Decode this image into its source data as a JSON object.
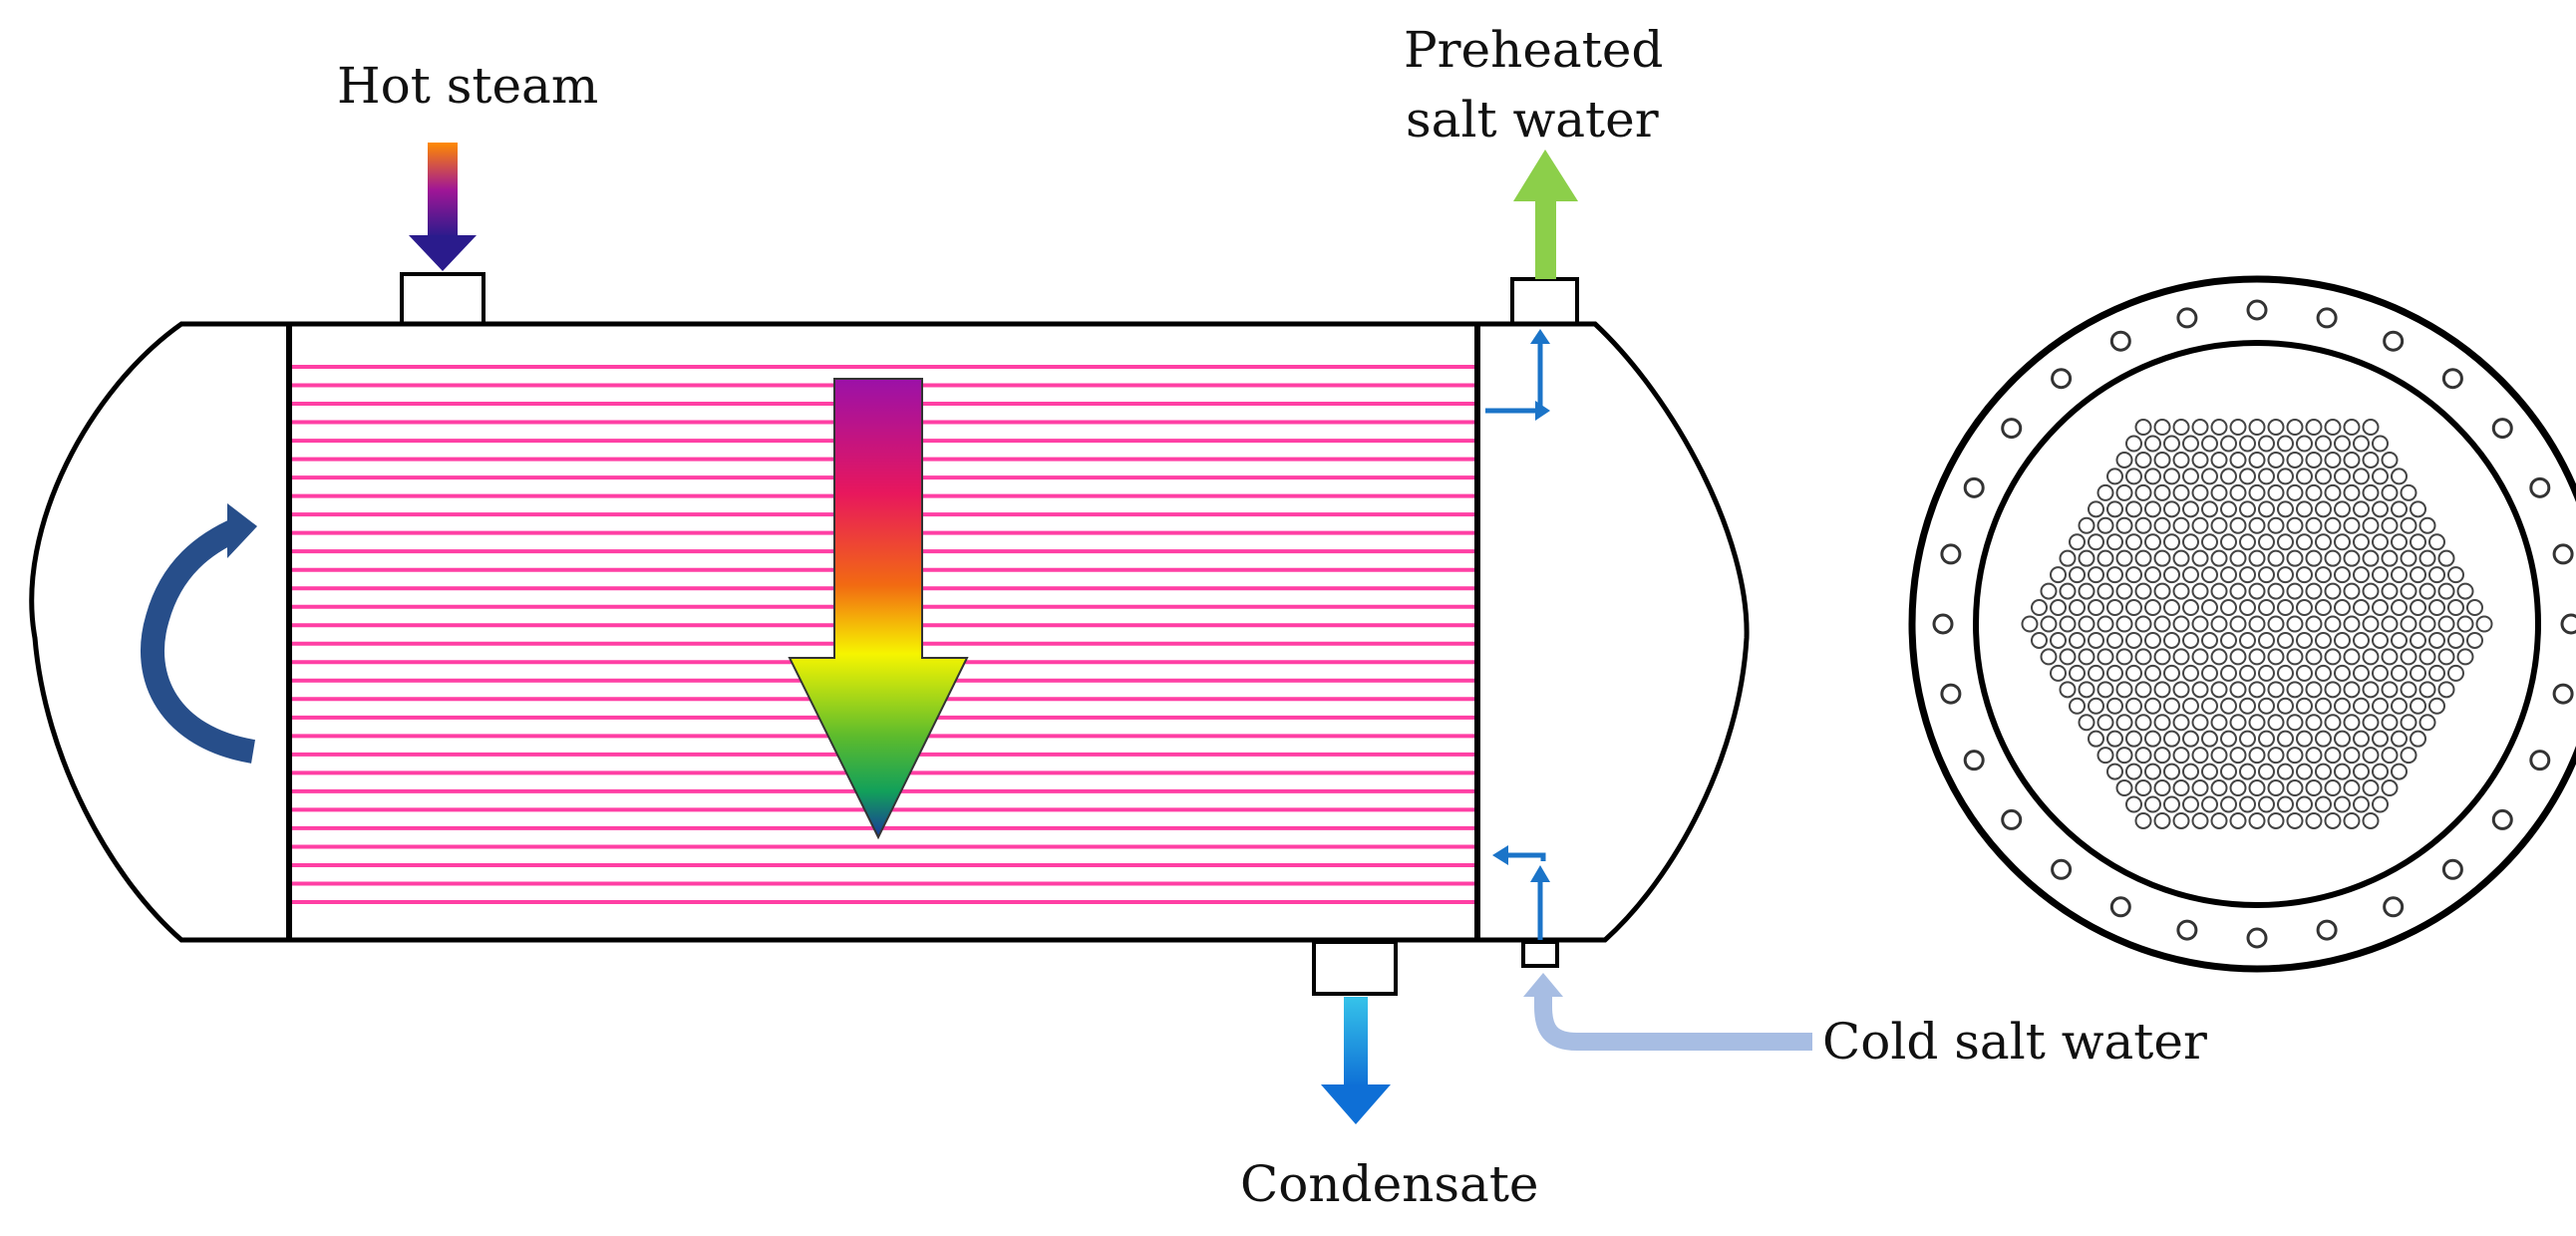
{
  "labels": {
    "hot_steam": "Hot steam",
    "preheated_line1": "Preheated",
    "preheated_line2": "salt water",
    "cold_salt_water": "Cold salt water",
    "condensate": "Condensate"
  },
  "colors": {
    "tube": "#ff3fa4",
    "outline": "#000000",
    "steam_top": "#ff8a00",
    "steam_mid": "#a01696",
    "steam_bottom": "#2a1b8c",
    "preheated_arrow": "#8ccf4a",
    "cold_water_arrow": "#a7bde3",
    "condensate_top": "#36c3ea",
    "condensate_bottom": "#0e6fd6",
    "small_flow_arrow": "#1b74c8",
    "return_arrow": "#274e8a",
    "heat_arrow_gradient": [
      "#9b11a8",
      "#e8175d",
      "#f26a12",
      "#f6f500",
      "#5dbb2d",
      "#12a05a",
      "#1a3a9a"
    ]
  },
  "tube_count": 30,
  "icons": [
    "u-turn-arrow-icon",
    "flow-arrow-icon"
  ]
}
